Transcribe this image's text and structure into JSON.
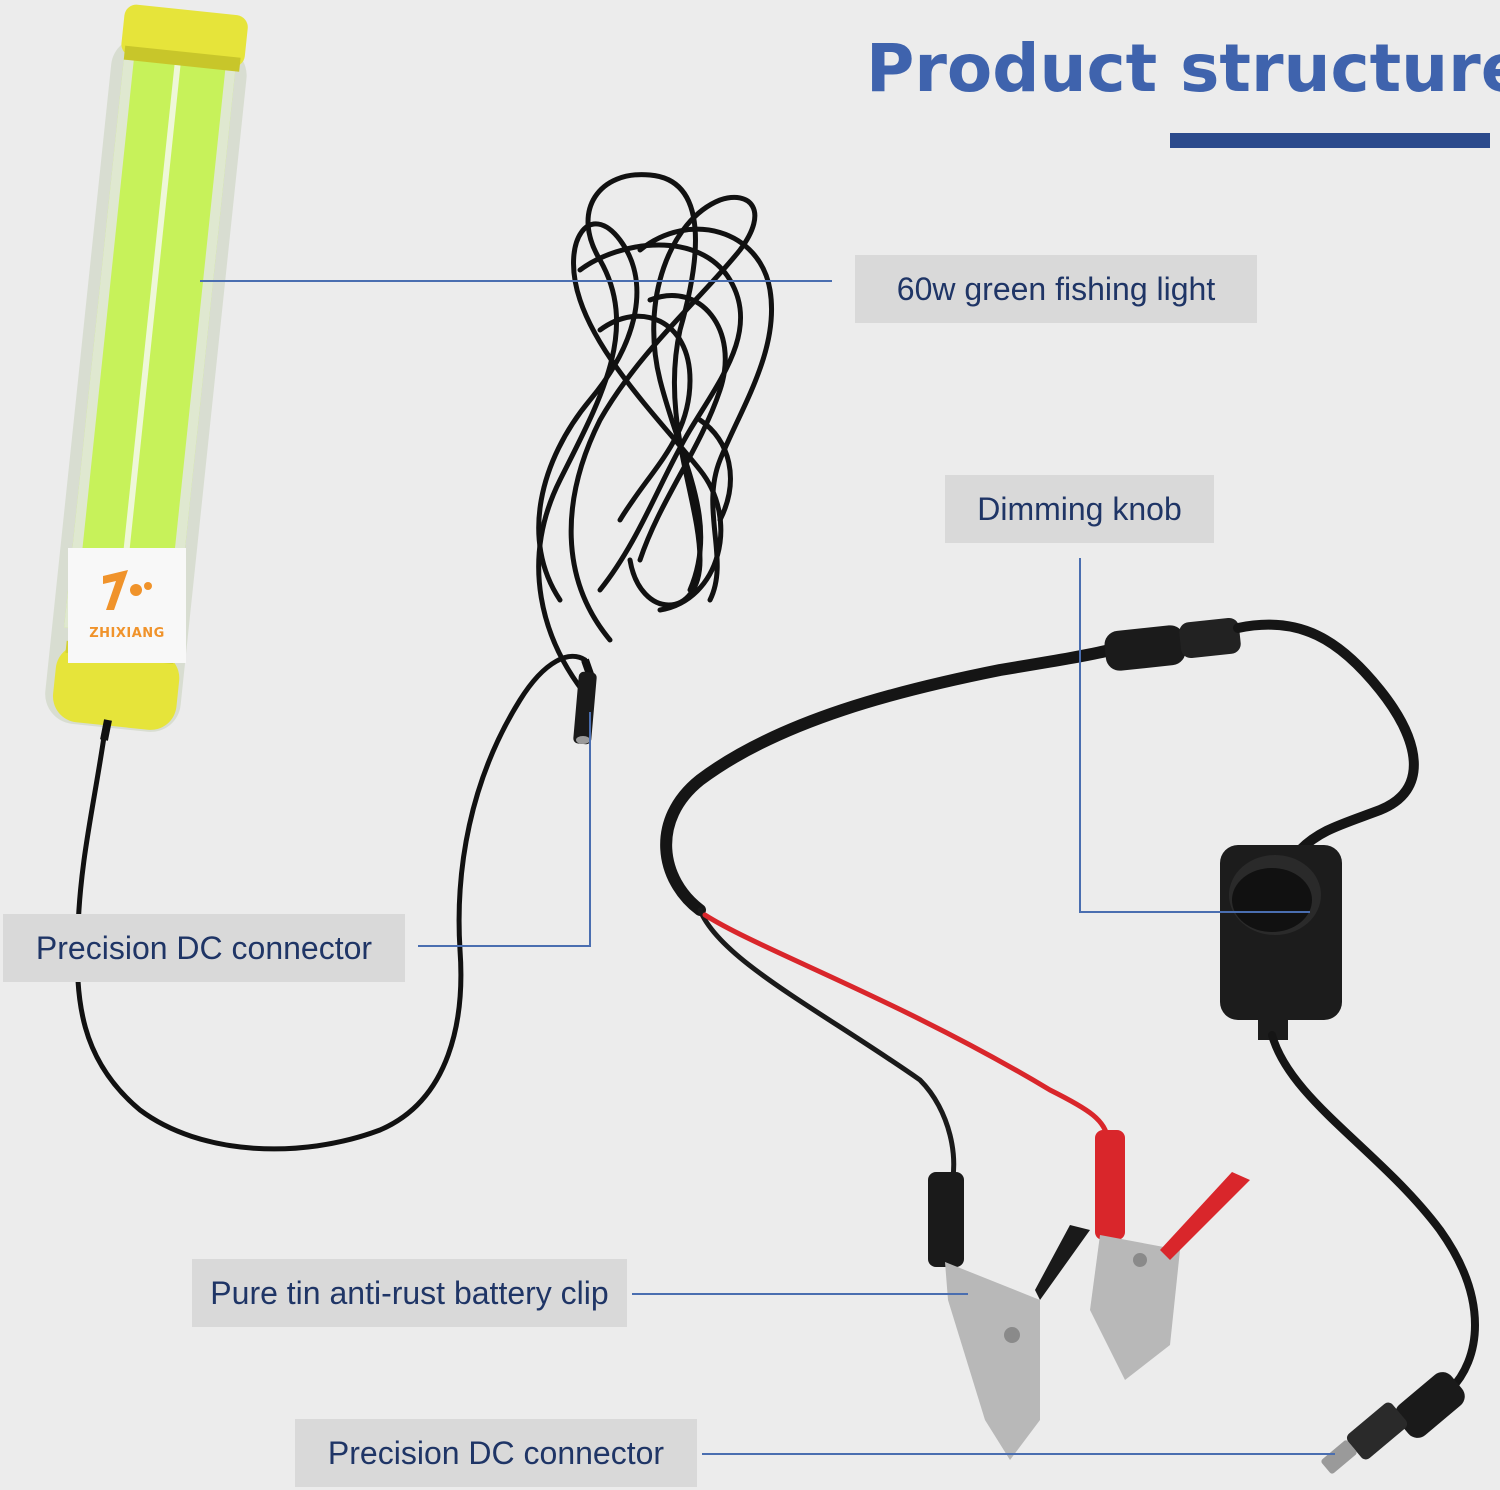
{
  "title": "Product structure",
  "brand": {
    "name": "ZHIXIANG"
  },
  "callouts": {
    "light": "60w green fishing light",
    "knob": "Dimming knob",
    "dc_top": "Precision DC connector",
    "clip": "Pure tin anti-rust battery clip",
    "dc_bottom": "Precision DC connector"
  },
  "colors": {
    "title": "#3f63ad",
    "title_bar": "#2b4a8c",
    "callout_bg": "#d9d9d9",
    "leader_line": "#4a6eb0",
    "tube_green": "#c7f25a",
    "cap_yellow": "#e6e43a",
    "clip_red": "#d9262b",
    "brand_orange": "#f0932b"
  }
}
